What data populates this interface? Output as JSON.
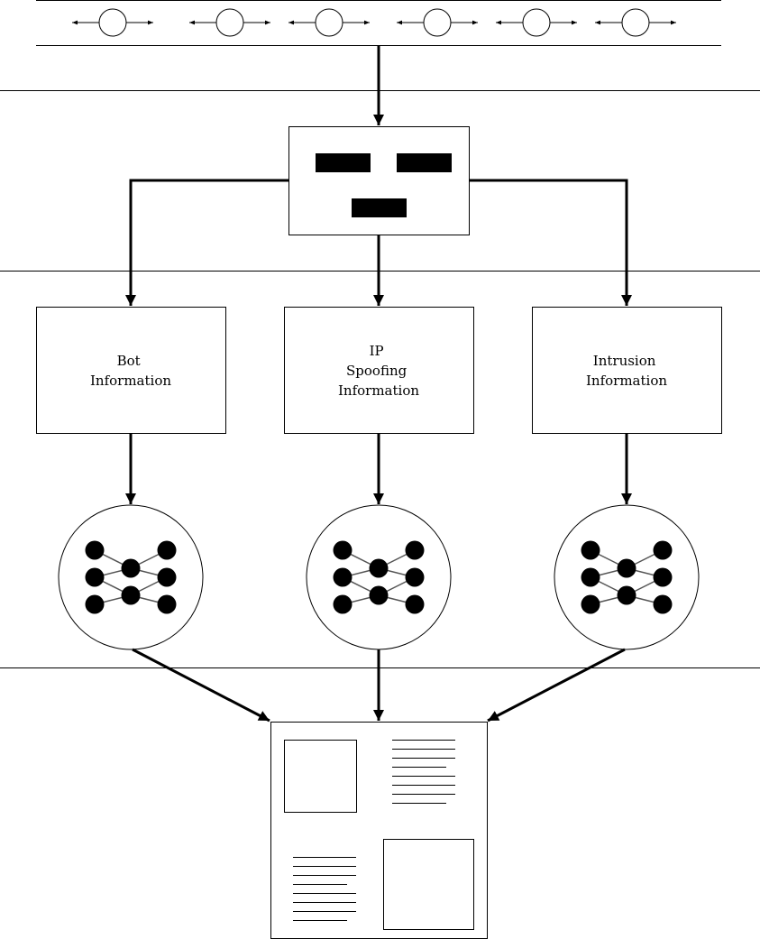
{
  "diagram": {
    "boxes": [
      {
        "lines": [
          "Bot",
          "Information"
        ]
      },
      {
        "lines": [
          "IP",
          "Spoofing",
          "Information"
        ]
      },
      {
        "lines": [
          "Intrusion",
          "Information"
        ]
      }
    ]
  }
}
